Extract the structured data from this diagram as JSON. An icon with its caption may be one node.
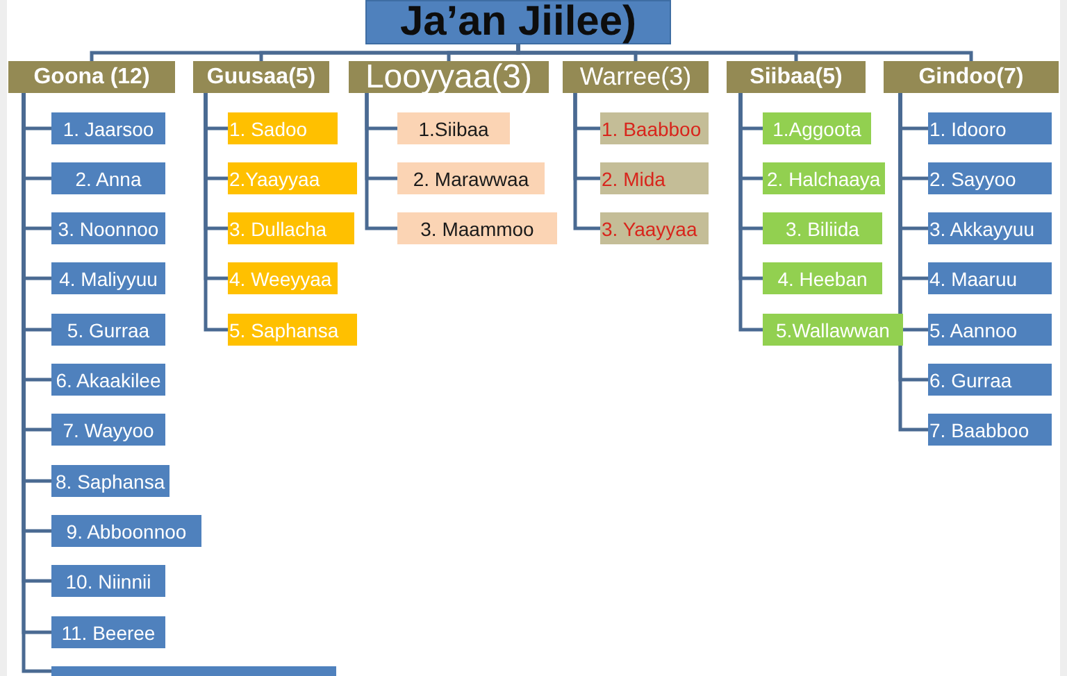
{
  "diagram": {
    "nodes": [
      {
        "text": [
          "Ja’an Jiilee)"
        ]
      },
      {
        "text": [
          "Goona (12)"
        ]
      },
      {
        "text": [
          "1. Jaarsoo"
        ]
      },
      {
        "text": [
          "2. Anna"
        ]
      },
      {
        "text": [
          "3. Noonnoo"
        ]
      },
      {
        "text": [
          "4. Maliyyuu"
        ]
      },
      {
        "text": [
          "5. Gurraa"
        ]
      },
      {
        "text": [
          "6. Akaakilee"
        ]
      },
      {
        "text": [
          "7. Wayyoo"
        ]
      },
      {
        "text": [
          "8. Saphansa"
        ]
      },
      {
        "text": [
          "9. Abboonnoo"
        ]
      },
      {
        "text": [
          "10. Niinnii"
        ]
      },
      {
        "text": [
          "11. Beeree"
        ]
      },
      {
        "text": [],
        "shape": "box"
      },
      {
        "text": [
          "Guusaa(5)"
        ]
      },
      {
        "text": [
          "1. Sadoo"
        ]
      },
      {
        "text": [
          "2.Yaayyaa"
        ]
      },
      {
        "text": [
          "3. Dullacha"
        ]
      },
      {
        "text": [
          "4. Weeyyaa"
        ]
      },
      {
        "text": [
          "5. Saphansa"
        ]
      },
      {
        "text": [
          "Looyyaa(3)"
        ]
      },
      {
        "text": [
          "1.Siibaa"
        ]
      },
      {
        "text": [
          "2. Marawwaa"
        ]
      },
      {
        "text": [
          "3. Maammoo"
        ]
      },
      {
        "text": [
          "Warree(3)"
        ]
      },
      {
        "text": [
          "1. Baabboo"
        ]
      },
      {
        "text": [
          "2. Mida"
        ]
      },
      {
        "text": [
          "3. Yaayyaa"
        ]
      },
      {
        "text": [
          "Siibaa(5)"
        ]
      },
      {
        "text": [
          "1.Aggoota"
        ]
      },
      {
        "text": [
          "2. Halchaaya"
        ]
      },
      {
        "text": [
          "3. Biliida"
        ]
      },
      {
        "text": [
          "4. Heeban"
        ]
      },
      {
        "text": [
          "5.Wallawwan"
        ]
      },
      {
        "text": [
          "Gindoo(7)"
        ]
      },
      {
        "text": [
          "1. Idooro"
        ]
      },
      {
        "text": [
          "2. Sayyoo"
        ]
      },
      {
        "text": [
          "3. Akkayyuu"
        ]
      },
      {
        "text": [
          "4. Maaruu"
        ]
      },
      {
        "text": [
          "5. Aannoo"
        ]
      },
      {
        "text": [
          "6. Gurraa"
        ]
      },
      {
        "text": [
          "7. Baabboo"
        ]
      }
    ],
    "edges": [
      {
        "from": 0,
        "to": 1,
        "arrow": "none"
      },
      {
        "from": 0,
        "to": 14,
        "arrow": "none"
      },
      {
        "from": 0,
        "to": 20,
        "arrow": "none"
      },
      {
        "from": 0,
        "to": 24,
        "arrow": "none"
      },
      {
        "from": 0,
        "to": 28,
        "arrow": "none"
      },
      {
        "from": 0,
        "to": 34,
        "arrow": "none"
      },
      {
        "from": 1,
        "to": 2,
        "arrow": "none"
      },
      {
        "from": 1,
        "to": 3,
        "arrow": "none"
      },
      {
        "from": 1,
        "to": 4,
        "arrow": "none"
      },
      {
        "from": 1,
        "to": 5,
        "arrow": "none"
      },
      {
        "from": 1,
        "to": 6,
        "arrow": "none"
      },
      {
        "from": 1,
        "to": 7,
        "arrow": "none"
      },
      {
        "from": 1,
        "to": 8,
        "arrow": "none"
      },
      {
        "from": 1,
        "to": 9,
        "arrow": "none"
      },
      {
        "from": 1,
        "to": 10,
        "arrow": "none"
      },
      {
        "from": 1,
        "to": 11,
        "arrow": "none"
      },
      {
        "from": 1,
        "to": 12,
        "arrow": "none"
      },
      {
        "from": 1,
        "to": 13,
        "arrow": "none"
      },
      {
        "from": 14,
        "to": 15,
        "arrow": "none"
      },
      {
        "from": 14,
        "to": 16,
        "arrow": "none"
      },
      {
        "from": 14,
        "to": 17,
        "arrow": "none"
      },
      {
        "from": 14,
        "to": 18,
        "arrow": "none"
      },
      {
        "from": 14,
        "to": 19,
        "arrow": "none"
      },
      {
        "from": 20,
        "to": 21,
        "arrow": "none"
      },
      {
        "from": 20,
        "to": 22,
        "arrow": "none"
      },
      {
        "from": 20,
        "to": 23,
        "arrow": "none"
      },
      {
        "from": 24,
        "to": 25,
        "arrow": "none"
      },
      {
        "from": 24,
        "to": 26,
        "arrow": "none"
      },
      {
        "from": 24,
        "to": 27,
        "arrow": "none"
      },
      {
        "from": 28,
        "to": 29,
        "arrow": "none"
      },
      {
        "from": 28,
        "to": 30,
        "arrow": "none"
      },
      {
        "from": 28,
        "to": 31,
        "arrow": "none"
      },
      {
        "from": 28,
        "to": 32,
        "arrow": "none"
      },
      {
        "from": 28,
        "to": 33,
        "arrow": "none"
      },
      {
        "from": 34,
        "to": 35,
        "arrow": "none"
      },
      {
        "from": 34,
        "to": 36,
        "arrow": "none"
      },
      {
        "from": 34,
        "to": 37,
        "arrow": "none"
      },
      {
        "from": 34,
        "to": 38,
        "arrow": "none"
      },
      {
        "from": 34,
        "to": 39,
        "arrow": "none"
      },
      {
        "from": 34,
        "to": 40,
        "arrow": "none"
      },
      {
        "from": 34,
        "to": 41,
        "arrow": "none"
      }
    ]
  }
}
